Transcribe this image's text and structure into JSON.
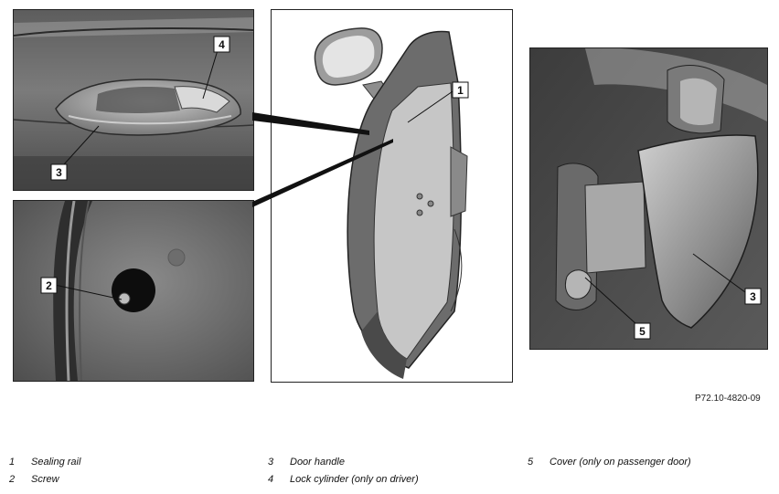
{
  "figure_ref": "P72.10-4820-09",
  "callouts": {
    "c1": "1",
    "c2": "2",
    "c3_handle": "3",
    "c4": "4",
    "c3_cover": "3",
    "c5": "5"
  },
  "legend": [
    {
      "num": "1",
      "label": "Sealing rail"
    },
    {
      "num": "2",
      "label": "Screw"
    },
    {
      "num": "3",
      "label": "Door handle"
    },
    {
      "num": "4",
      "label": "Lock cylinder (only on driver)"
    },
    {
      "num": "5",
      "label": "Cover (only on passenger door)"
    }
  ],
  "colors": {
    "border": "#222222",
    "photo_dark": "#3a3a3a",
    "photo_mid": "#7a7a7a",
    "photo_light": "#c8c8c8",
    "door_body": "#b9b9b9"
  },
  "icons": [
    "door-outline-icon",
    "mirror-icon",
    "handle-shape-icon",
    "screw-hole-icon"
  ]
}
